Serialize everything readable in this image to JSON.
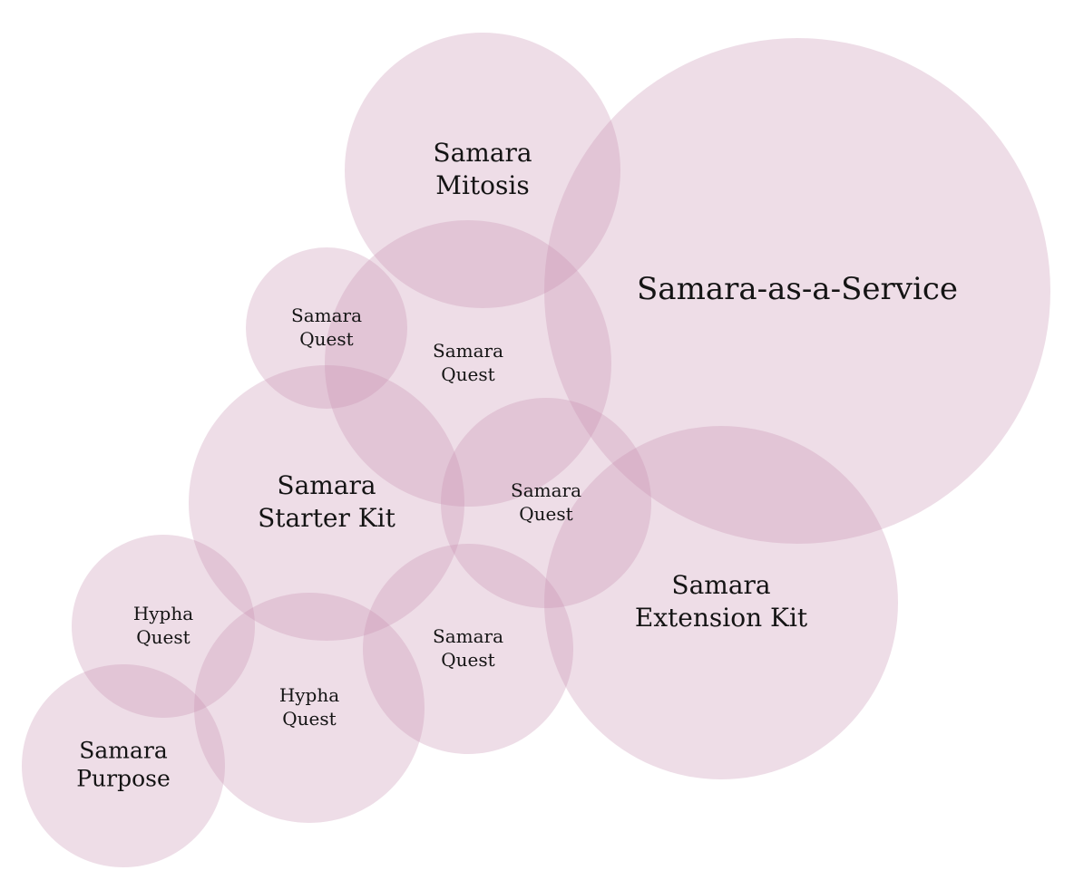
{
  "style": {
    "bubble_color": "#c88fb0",
    "text_color": "#141414",
    "background": "#ffffff"
  },
  "bubbles": [
    {
      "id": "samara-as-a-service",
      "lines": [
        "Samara-as-a-Service"
      ]
    },
    {
      "id": "samara-extension-kit",
      "lines": [
        "Samara",
        "Extension Kit"
      ]
    },
    {
      "id": "samara-mitosis",
      "lines": [
        "Samara",
        "Mitosis"
      ]
    },
    {
      "id": "samara-quest-center",
      "lines": [
        "Samara",
        "Quest"
      ]
    },
    {
      "id": "samara-quest-small",
      "lines": [
        "Samara",
        "Quest"
      ]
    },
    {
      "id": "samara-starter-kit",
      "lines": [
        "Samara",
        "Starter Kit"
      ]
    },
    {
      "id": "samara-quest-right",
      "lines": [
        "Samara",
        "Quest"
      ]
    },
    {
      "id": "samara-quest-bottom",
      "lines": [
        "Samara",
        "Quest"
      ]
    },
    {
      "id": "hypha-quest-left",
      "lines": [
        "Hypha",
        "Quest"
      ]
    },
    {
      "id": "hypha-quest-bottom",
      "lines": [
        "Hypha",
        "Quest"
      ]
    },
    {
      "id": "samara-purpose",
      "lines": [
        "Samara",
        "Purpose"
      ]
    }
  ]
}
